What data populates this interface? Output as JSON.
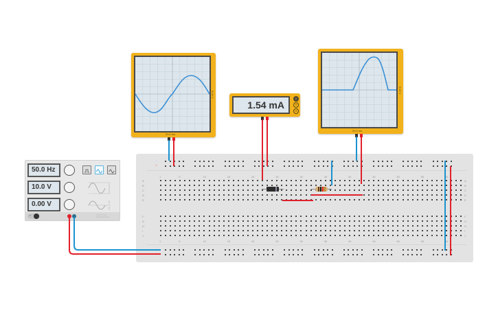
{
  "oscilloscope_1": {
    "time_per_div": "20.0 ms",
    "volts_per_div": "5.00 V",
    "trace": "sine",
    "trace_color": "#3a8fd6"
  },
  "oscilloscope_2": {
    "time_per_div": "20.0 ms",
    "volts_per_div": "5.00 V",
    "trace": "half-wave rectified",
    "trace_color": "#3a8fd6"
  },
  "multimeter": {
    "reading": "1.54 mA",
    "modes": [
      "A",
      "V",
      "Ω"
    ],
    "active_mode": "A"
  },
  "function_generator": {
    "frequency": "50.0 Hz",
    "amplitude": "10.0 V",
    "dc_offset": "0.00 V",
    "waveforms": [
      "square",
      "sine",
      "triangle"
    ],
    "selected_waveform": "sine",
    "power_label": "off",
    "brand": "FUNCTION GENERATOR"
  },
  "breadboard": {
    "column_numbers_top": [
      "1",
      "5",
      "10",
      "15",
      "20",
      "25",
      "30",
      "35",
      "40",
      "45",
      "50",
      "55",
      "60"
    ],
    "row_labels_top": [
      "A",
      "B",
      "C",
      "D",
      "E"
    ],
    "row_labels_bottom": [
      "F",
      "G",
      "H",
      "I",
      "J"
    ],
    "rail_labels": [
      "-",
      "+"
    ]
  },
  "colors": {
    "instrument_yellow": "#f2b21c",
    "wire_red": "#e0202a",
    "wire_blue": "#1a92d0",
    "breadboard": "#e3e3e3"
  }
}
